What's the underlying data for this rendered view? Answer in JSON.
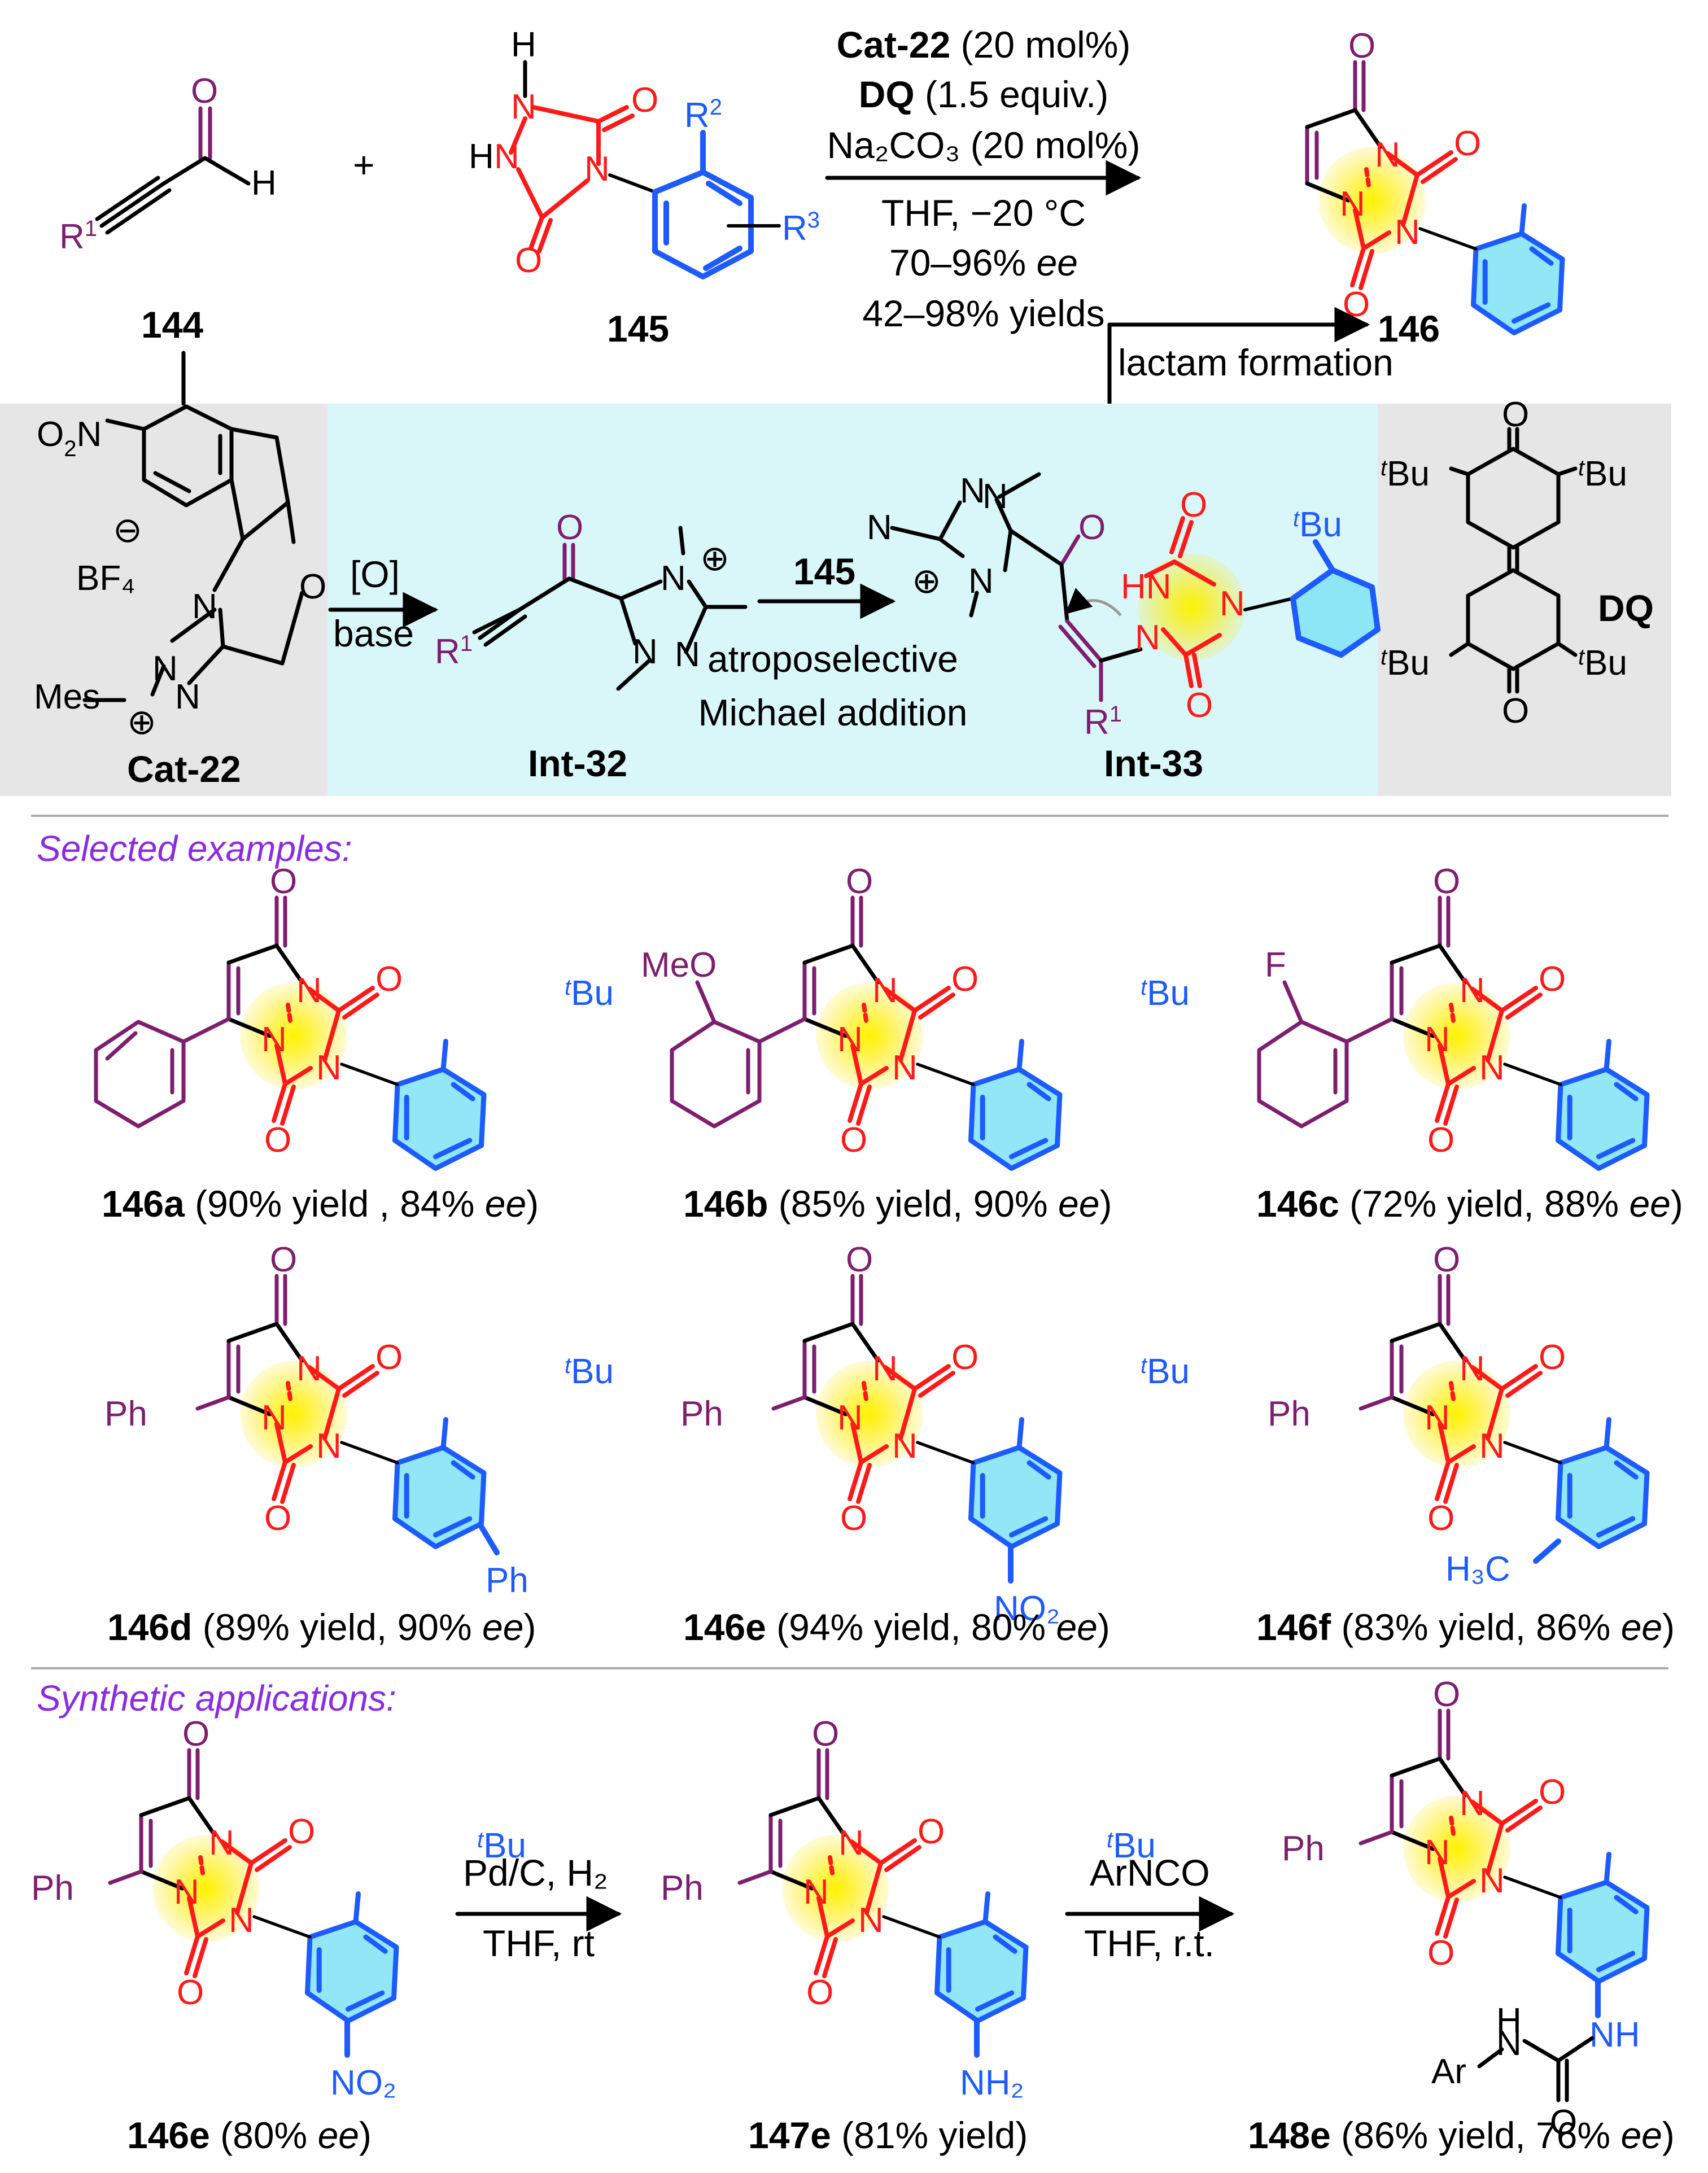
{
  "colors": {
    "carbonyl": "#7d1e6e",
    "urazole": "#ff1a1a",
    "aryl": "#1d5bff",
    "highlight_core": "#ffe600",
    "panel_grey": "#e6e6e6",
    "panel_cyan": "#d9f7f9",
    "section_label": "#8a2be2"
  },
  "reaction": {
    "cond1_bold": "Cat-22",
    "cond1_rest": " (20 mol%)",
    "cond2_bold": "DQ",
    "cond2_rest": " (1.5 equiv.)",
    "cond3": "Na₂CO₃ (20 mol%)",
    "cond4": "THF, −20 °C",
    "cond5_a": "70–96% ",
    "cond5_b": "ee",
    "cond6": "42–98% yields",
    "plus": "+",
    "sm1_label": "144",
    "sm2_label": "145",
    "product_label": "146"
  },
  "mechanism": {
    "cat_label": "Cat-22",
    "o2n": "O₂N",
    "bf4": "BF₄",
    "mes": "Mes",
    "oxid_top": "[O]",
    "oxid_bottom": "base",
    "int32_label": "Int-32",
    "step_reagent": "145",
    "step_line1": "atroposelective",
    "step_line2": "Michael addition",
    "int33_label": "Int-33",
    "lactam": "lactam formation",
    "dq_label": "DQ",
    "tbu": "tBu"
  },
  "selected": {
    "heading": "Selected examples:",
    "examples": [
      {
        "id": "146a",
        "text": " (90% yield , 84% ",
        "ee": "ee",
        "close": ")",
        "r1": "phenyl",
        "sub": ""
      },
      {
        "id": "146b",
        "text": " (85% yield, 90% ",
        "ee": "ee",
        "close": ")",
        "r1": "MeO",
        "sub": ""
      },
      {
        "id": "146c",
        "text": " (72% yield, 88% ",
        "ee": "ee",
        "close": ")",
        "r1": "F",
        "sub": ""
      },
      {
        "id": "146d",
        "text": " (89% yield, 90% ",
        "ee": "ee",
        "close": ")",
        "r1": "Ph",
        "sub": "Ph"
      },
      {
        "id": "146e",
        "text": " (94% yield, 80% ",
        "ee": "ee",
        "close": ")",
        "r1": "Ph",
        "sub": "NO₂"
      },
      {
        "id": "146f",
        "text": " (83% yield, 86% ",
        "ee": "ee",
        "close": ")",
        "r1": "Ph",
        "sub": "H₃C"
      }
    ]
  },
  "applications": {
    "heading": "Synthetic applications:",
    "step1_top": "Pd/C, H₂",
    "step1_bottom": "THF, rt",
    "step2_top": "ArNCO",
    "step2_bottom": "THF, r.t.",
    "cmpd1_id": "146e",
    "cmpd1_text": " (80% ",
    "cmpd1_ee": "ee",
    "cmpd1_close": ")",
    "cmpd2_id": "147e",
    "cmpd2_text": " (81% yield)",
    "cmpd3_id": "148e",
    "cmpd3_text": " (86% yield, 76% ",
    "cmpd3_ee": "ee",
    "cmpd3_close": ")",
    "nh2": "NH₂",
    "no2": "NO₂",
    "urea_ar": "Ar",
    "urea_nh": "NH"
  }
}
